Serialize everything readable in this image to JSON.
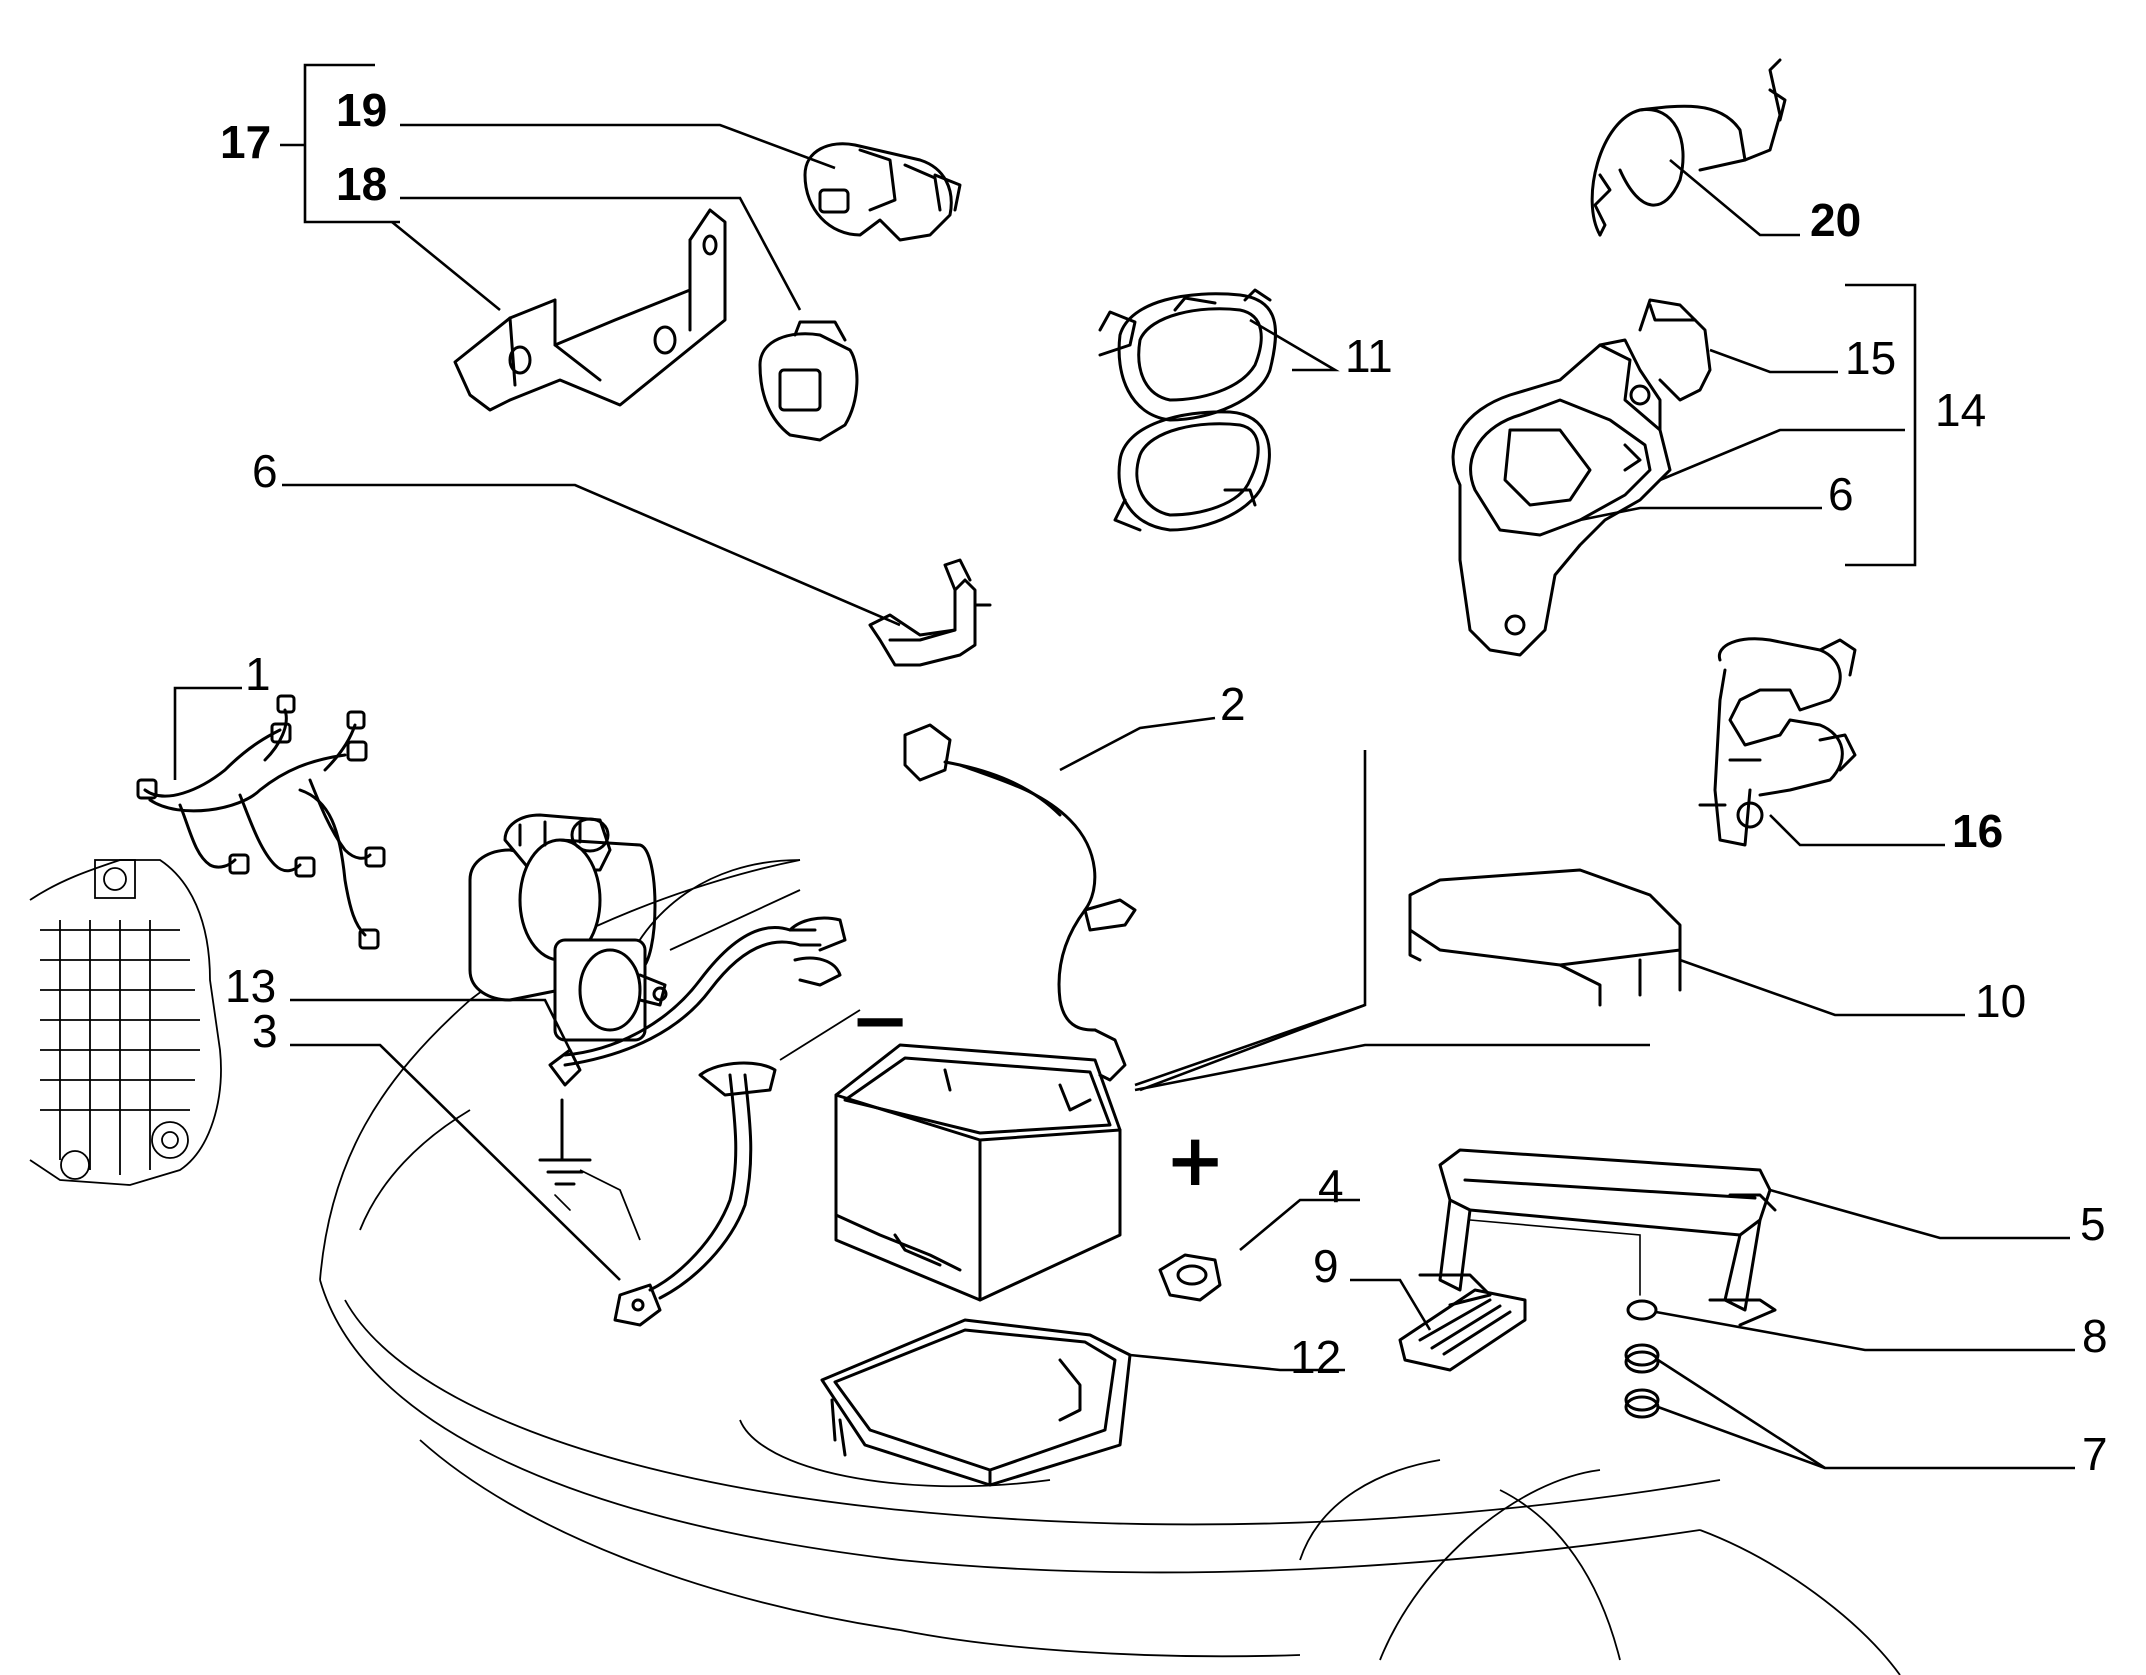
{
  "callouts": {
    "c1": "1",
    "c2": "2",
    "c3": "3",
    "c4": "4",
    "c5": "5",
    "c6a": "6",
    "c6b": "6",
    "c7": "7",
    "c8": "8",
    "c9": "9",
    "c10": "10",
    "c11": "11",
    "c12": "12",
    "c13": "13",
    "c14": "14",
    "c15": "15",
    "c16": "16",
    "c17": "17",
    "c18": "18",
    "c19": "19",
    "c20": "20"
  },
  "terminals": {
    "negative": "−",
    "positive": "+"
  },
  "icons": {
    "ground": "ground-symbol-icon"
  }
}
